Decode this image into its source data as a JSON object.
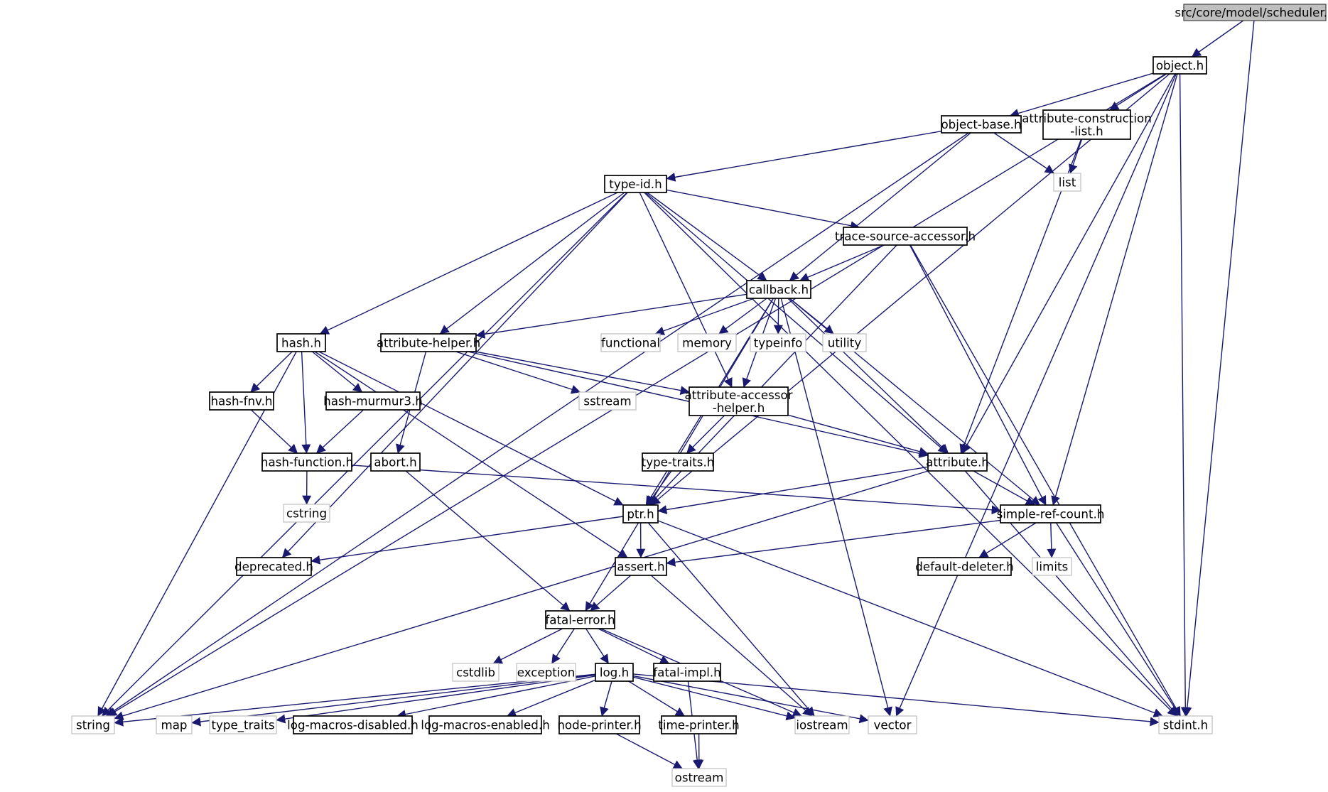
{
  "graph": {
    "nodes": {
      "scheduler_h": {
        "label": "src/core/model/scheduler.h",
        "style": "root"
      },
      "object_h": {
        "label": "object.h",
        "style": "header"
      },
      "object_base_h": {
        "label": "object-base.h",
        "style": "header"
      },
      "attr_constr": {
        "label": "attribute-construction\n-list.h",
        "style": "header"
      },
      "list": {
        "label": "list",
        "style": "system"
      },
      "type_id_h": {
        "label": "type-id.h",
        "style": "header"
      },
      "trace_source": {
        "label": "trace-source-accessor.h",
        "style": "header"
      },
      "callback_h": {
        "label": "callback.h",
        "style": "header"
      },
      "hash_h": {
        "label": "hash.h",
        "style": "header"
      },
      "attr_helper": {
        "label": "attribute-helper.h",
        "style": "header"
      },
      "functional": {
        "label": "functional",
        "style": "system"
      },
      "memory": {
        "label": "memory",
        "style": "system"
      },
      "typeinfo": {
        "label": "typeinfo",
        "style": "system"
      },
      "utility": {
        "label": "utility",
        "style": "system"
      },
      "hash_fnv": {
        "label": "hash-fnv.h",
        "style": "header"
      },
      "hash_murmur": {
        "label": "hash-murmur3.h",
        "style": "header"
      },
      "sstream": {
        "label": "sstream",
        "style": "system"
      },
      "attr_accessor": {
        "label": "attribute-accessor\n-helper.h",
        "style": "header"
      },
      "hash_function": {
        "label": "hash-function.h",
        "style": "header"
      },
      "abort_h": {
        "label": "abort.h",
        "style": "header"
      },
      "type_traits_h": {
        "label": "type-traits.h",
        "style": "header"
      },
      "attribute_h": {
        "label": "attribute.h",
        "style": "header"
      },
      "cstring": {
        "label": "cstring",
        "style": "system"
      },
      "ptr_h": {
        "label": "ptr.h",
        "style": "header"
      },
      "simple_ref": {
        "label": "simple-ref-count.h",
        "style": "header"
      },
      "deprecated_h": {
        "label": "deprecated.h",
        "style": "header"
      },
      "assert_h": {
        "label": "assert.h",
        "style": "header"
      },
      "default_deleter": {
        "label": "default-deleter.h",
        "style": "header"
      },
      "limits": {
        "label": "limits",
        "style": "system"
      },
      "fatal_error": {
        "label": "fatal-error.h",
        "style": "header"
      },
      "cstdlib": {
        "label": "cstdlib",
        "style": "system"
      },
      "exception": {
        "label": "exception",
        "style": "system"
      },
      "log_h": {
        "label": "log.h",
        "style": "header"
      },
      "fatal_impl": {
        "label": "fatal-impl.h",
        "style": "header"
      },
      "string": {
        "label": "string",
        "style": "system"
      },
      "map": {
        "label": "map",
        "style": "system"
      },
      "type_traits": {
        "label": "type_traits",
        "style": "system"
      },
      "log_disabled": {
        "label": "log-macros-disabled.h",
        "style": "header"
      },
      "log_enabled": {
        "label": "log-macros-enabled.h",
        "style": "header"
      },
      "node_printer": {
        "label": "node-printer.h",
        "style": "header"
      },
      "time_printer": {
        "label": "time-printer.h",
        "style": "header"
      },
      "iostream": {
        "label": "iostream",
        "style": "system"
      },
      "vector": {
        "label": "vector",
        "style": "system"
      },
      "stdint_h": {
        "label": "stdint.h",
        "style": "system"
      },
      "ostream": {
        "label": "ostream",
        "style": "system"
      }
    },
    "edges": [
      [
        "scheduler_h",
        "object_h"
      ],
      [
        "scheduler_h",
        "stdint_h"
      ],
      [
        "object_h",
        "string"
      ],
      [
        "object_h",
        "object_base_h"
      ],
      [
        "object_h",
        "attr_constr"
      ],
      [
        "object_h",
        "ptr_h"
      ],
      [
        "object_h",
        "attribute_h"
      ],
      [
        "object_h",
        "simple_ref"
      ],
      [
        "object_h",
        "vector"
      ],
      [
        "object_h",
        "stdint_h"
      ],
      [
        "object_base_h",
        "string"
      ],
      [
        "object_base_h",
        "type_id_h"
      ],
      [
        "object_base_h",
        "list"
      ],
      [
        "object_base_h",
        "callback_h"
      ],
      [
        "attr_constr",
        "list"
      ],
      [
        "attr_constr",
        "attribute_h"
      ],
      [
        "type_id_h",
        "string"
      ],
      [
        "type_id_h",
        "hash_h"
      ],
      [
        "type_id_h",
        "deprecated_h"
      ],
      [
        "type_id_h",
        "attr_helper"
      ],
      [
        "type_id_h",
        "attr_accessor"
      ],
      [
        "type_id_h",
        "callback_h"
      ],
      [
        "type_id_h",
        "trace_source"
      ],
      [
        "type_id_h",
        "attribute_h"
      ],
      [
        "type_id_h",
        "stdint_h"
      ],
      [
        "trace_source",
        "callback_h"
      ],
      [
        "trace_source",
        "ptr_h"
      ],
      [
        "trace_source",
        "simple_ref"
      ],
      [
        "trace_source",
        "stdint_h"
      ],
      [
        "callback_h",
        "fatal_error"
      ],
      [
        "callback_h",
        "attr_helper"
      ],
      [
        "callback_h",
        "functional"
      ],
      [
        "callback_h",
        "memory"
      ],
      [
        "callback_h",
        "typeinfo"
      ],
      [
        "callback_h",
        "utility"
      ],
      [
        "callback_h",
        "vector"
      ],
      [
        "callback_h",
        "attribute_h"
      ],
      [
        "callback_h",
        "simple_ref"
      ],
      [
        "callback_h",
        "ptr_h"
      ],
      [
        "callback_h",
        "attr_accessor"
      ],
      [
        "hash_h",
        "string"
      ],
      [
        "hash_h",
        "hash_fnv"
      ],
      [
        "hash_h",
        "hash_function"
      ],
      [
        "hash_h",
        "hash_murmur"
      ],
      [
        "hash_h",
        "assert_h"
      ],
      [
        "hash_h",
        "ptr_h"
      ],
      [
        "attr_helper",
        "abort_h"
      ],
      [
        "attr_helper",
        "sstream"
      ],
      [
        "attr_helper",
        "attr_accessor"
      ],
      [
        "attr_helper",
        "attribute_h"
      ],
      [
        "hash_fnv",
        "hash_function"
      ],
      [
        "hash_murmur",
        "hash_function"
      ],
      [
        "hash_function",
        "cstring"
      ],
      [
        "hash_function",
        "simple_ref"
      ],
      [
        "abort_h",
        "fatal_error"
      ],
      [
        "attr_accessor",
        "type_traits_h"
      ],
      [
        "attr_accessor",
        "attribute_h"
      ],
      [
        "type_traits_h",
        "ptr_h"
      ],
      [
        "attribute_h",
        "ptr_h"
      ],
      [
        "attribute_h",
        "simple_ref"
      ],
      [
        "attribute_h",
        "string"
      ],
      [
        "attribute_h",
        "stdint_h"
      ],
      [
        "ptr_h",
        "deprecated_h"
      ],
      [
        "ptr_h",
        "assert_h"
      ],
      [
        "ptr_h",
        "iostream"
      ],
      [
        "ptr_h",
        "stdint_h"
      ],
      [
        "simple_ref",
        "assert_h"
      ],
      [
        "simple_ref",
        "default_deleter"
      ],
      [
        "simple_ref",
        "limits"
      ],
      [
        "simple_ref",
        "stdint_h"
      ],
      [
        "assert_h",
        "fatal_error"
      ],
      [
        "assert_h",
        "iostream"
      ],
      [
        "fatal_error",
        "cstdlib"
      ],
      [
        "fatal_error",
        "exception"
      ],
      [
        "fatal_error",
        "log_h"
      ],
      [
        "fatal_error",
        "fatal_impl"
      ],
      [
        "fatal_error",
        "iostream"
      ],
      [
        "fatal_impl",
        "ostream"
      ],
      [
        "log_h",
        "string"
      ],
      [
        "log_h",
        "map"
      ],
      [
        "log_h",
        "type_traits"
      ],
      [
        "log_h",
        "log_disabled"
      ],
      [
        "log_h",
        "log_enabled"
      ],
      [
        "log_h",
        "node_printer"
      ],
      [
        "log_h",
        "time_printer"
      ],
      [
        "log_h",
        "iostream"
      ],
      [
        "log_h",
        "vector"
      ],
      [
        "log_h",
        "stdint_h"
      ],
      [
        "node_printer",
        "ostream"
      ],
      [
        "time_printer",
        "ostream"
      ]
    ]
  }
}
